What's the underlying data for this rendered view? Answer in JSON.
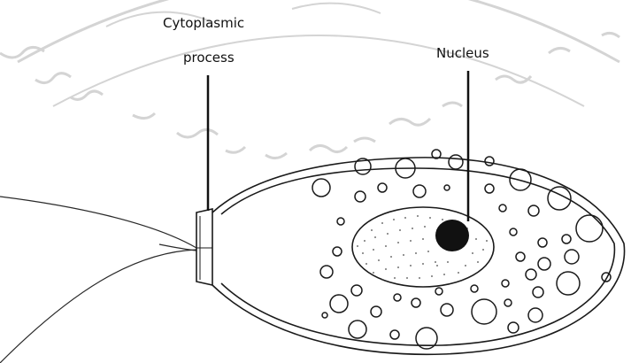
{
  "labels": {
    "cytoplasmic_line1": "Cytoplasmic",
    "cytoplasmic_line2": "process",
    "nucleus": "Nucleus"
  },
  "colors": {
    "ink": "#1a1a1a",
    "watermark": "#cfcfcf",
    "background": "#ffffff"
  }
}
